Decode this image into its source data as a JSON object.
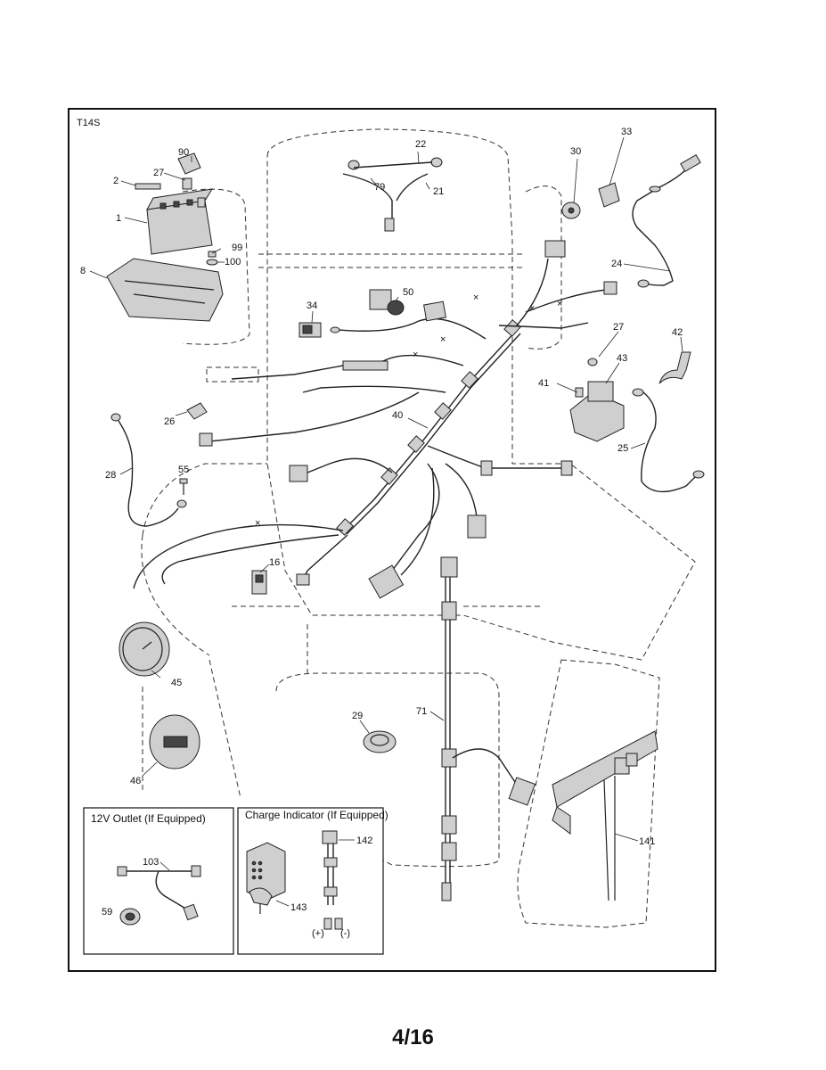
{
  "diagram_code": "T14S",
  "page_number": "4/16",
  "insets": {
    "outlet_title": "12V Outlet (If Equipped)",
    "charge_title": "Charge Indicator (If Equipped)",
    "plus_label": "(+)",
    "minus_label": "(-)"
  },
  "callouts": {
    "p1": "1",
    "p2": "2",
    "p8": "8",
    "p16": "16",
    "p21": "21",
    "p22": "22",
    "p24": "24",
    "p25": "25",
    "p26": "26",
    "p27a": "27",
    "p27b": "27",
    "p28": "28",
    "p29": "29",
    "p30": "30",
    "p33": "33",
    "p34": "34",
    "p40": "40",
    "p41": "41",
    "p42": "42",
    "p43": "43",
    "p45": "45",
    "p46": "46",
    "p50": "50",
    "p55": "55",
    "p59": "59",
    "p71": "71",
    "p79": "79",
    "p90": "90",
    "p99": "99",
    "p100": "100",
    "p103": "103",
    "p141": "141",
    "p142": "142",
    "p143": "143"
  }
}
